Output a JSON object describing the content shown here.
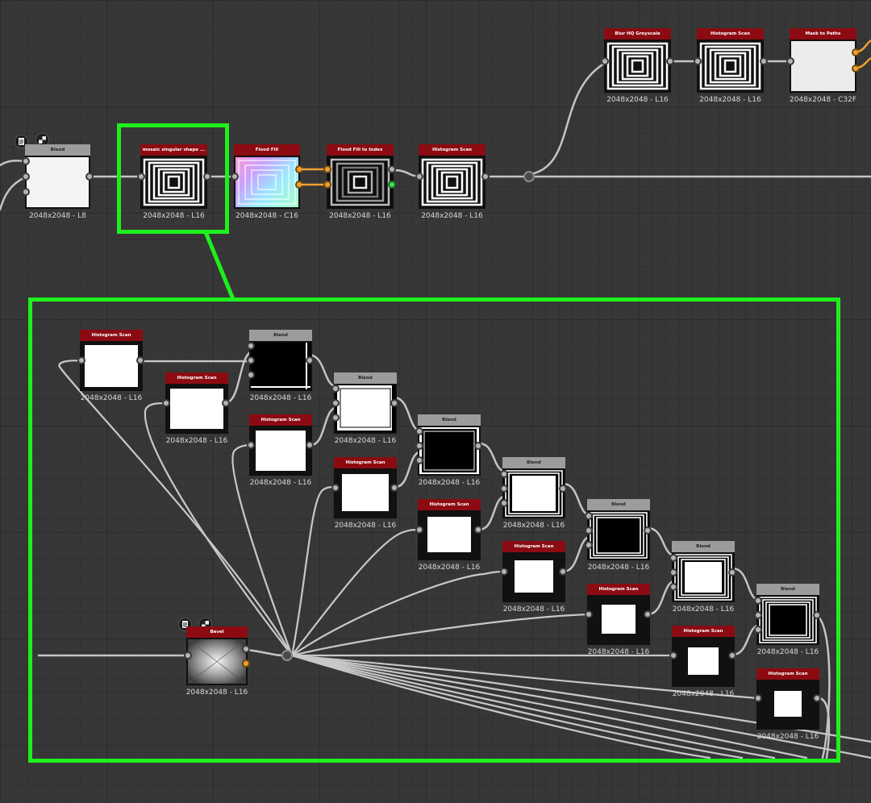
{
  "top_row": {
    "blend": {
      "title": "Blend",
      "resolution": "2048x2048 - L8"
    },
    "mosaic": {
      "title": "mosaic singular shape ...",
      "resolution": "2048x2048 - L16"
    },
    "flood_fill": {
      "title": "Flood Fill",
      "resolution": "2048x2048 - C16"
    },
    "flood_fill_to_index": {
      "title": "Flood Fill to Index",
      "resolution": "2048x2048 - L16"
    },
    "histogram_scan": {
      "title": "Histogram Scan",
      "resolution": "2048x2048 - L16"
    },
    "blur_hq": {
      "title": "Blur HQ Greyscale",
      "resolution": "2048x2048 - L16"
    },
    "histogram_scan_2": {
      "title": "Histogram Scan",
      "resolution": "2048x2048 - L16"
    },
    "mask_to_paths": {
      "title": "Mask to Paths",
      "resolution": "2048x2048 - C32F"
    }
  },
  "subgraph": {
    "bevel": {
      "title": "Bevel",
      "resolution": "2048x2048 - L16"
    },
    "histogram_scans": [
      {
        "title": "Histogram Scan",
        "resolution": "2048x2048 - L16"
      },
      {
        "title": "Histogram Scan",
        "resolution": "2048x2048 - L16"
      },
      {
        "title": "Histogram Scan",
        "resolution": "2048x2048 - L16"
      },
      {
        "title": "Histogram Scan",
        "resolution": "2048x2048 - L16"
      },
      {
        "title": "Histogram Scan",
        "resolution": "2048x2048 - L16"
      },
      {
        "title": "Histogram Scan",
        "resolution": "2048x2048 - L16"
      },
      {
        "title": "Histogram Scan",
        "resolution": "2048x2048 - L16"
      },
      {
        "title": "Histogram Scan",
        "resolution": "2048x2048 - L16"
      },
      {
        "title": "Histogram Scan",
        "resolution": "2048x2048 - L16"
      }
    ],
    "blends": [
      {
        "title": "Blend",
        "resolution": "2048x2048 - L16"
      },
      {
        "title": "Blend",
        "resolution": "2048x2048 - L16"
      },
      {
        "title": "Blend",
        "resolution": "2048x2048 - L16"
      },
      {
        "title": "Blend",
        "resolution": "2048x2048 - L16"
      },
      {
        "title": "Blend",
        "resolution": "2048x2048 - L16"
      },
      {
        "title": "Blend",
        "resolution": "2048x2048 - L16"
      },
      {
        "title": "Blend",
        "resolution": "2048x2048 - L16"
      }
    ]
  },
  "icons": {
    "doc_badge": "document-icon",
    "checker_badge": "checker-icon"
  },
  "colors": {
    "highlight": "#1ef01e",
    "header_red": "#8c0b12",
    "header_gray": "#9c9c9c",
    "port_orange": "#f0a030",
    "port_green": "#3ee04e",
    "wire": "#c8c8c8"
  }
}
